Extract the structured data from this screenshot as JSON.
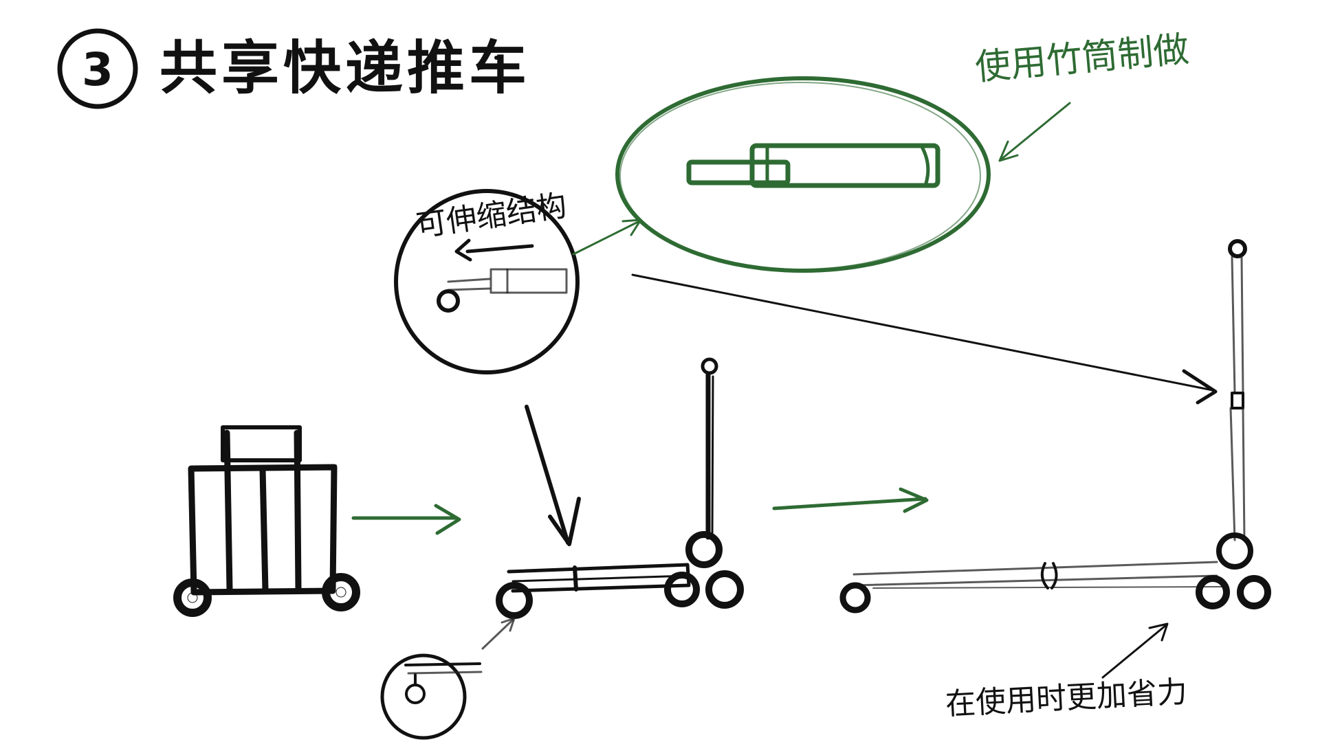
{
  "title": {
    "step_number": "3",
    "text": "共享快递推车"
  },
  "annotations": {
    "telescopic": "可伸缩结构",
    "bamboo": "使用竹筒制做",
    "effortless": "在使用时更加省力"
  },
  "colors": {
    "ink": "#111111",
    "accent_green": "#2e6b33",
    "background": "#ffffff"
  },
  "icons": {
    "step_badge": "circled-number",
    "flow_arrow": "arrow-right-icon"
  }
}
